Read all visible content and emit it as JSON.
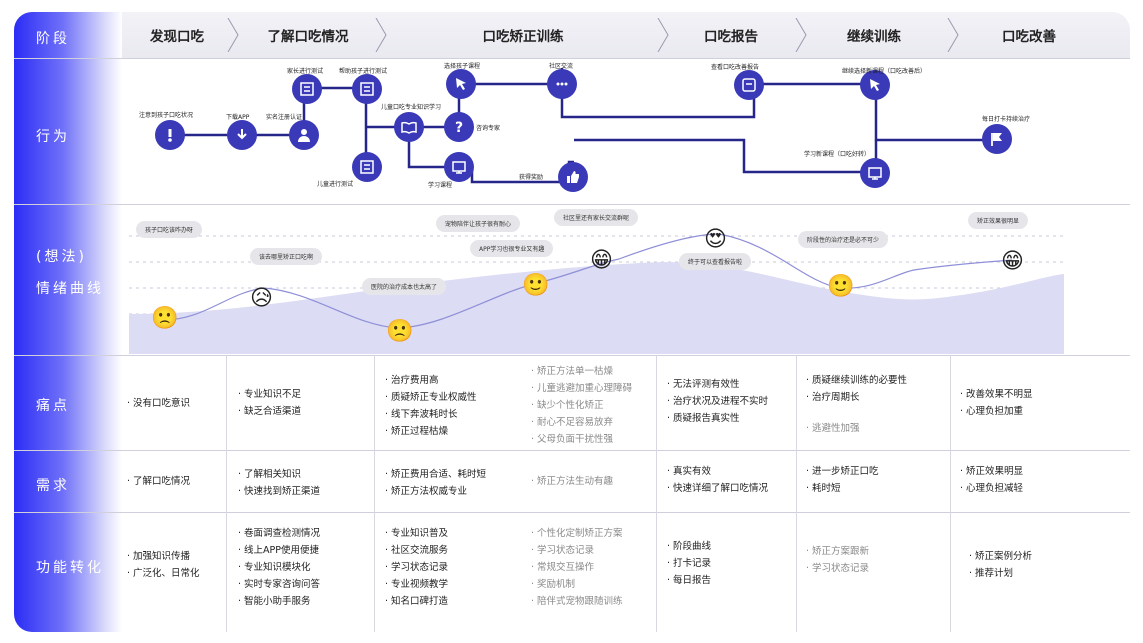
{
  "rows": {
    "stage": "阶段",
    "behavior": "行为",
    "thought": "(想法)",
    "emotion": "情绪曲线",
    "pain": "痛点",
    "need": "需求",
    "function": "功能转化"
  },
  "stages": [
    "发现口吃",
    "了解口吃情况",
    "口吃矫正训练",
    "口吃报告",
    "继续训练",
    "口吃改善"
  ],
  "behaviors": {
    "notice": "注意到孩子口吃状况",
    "download": "下载APP",
    "verify": "实名注册认证",
    "parent_test": "家长进行测试",
    "help_test": "帮助孩子进行测试",
    "child_test": "儿童进行测试",
    "knowledge": "儿童口吃专业知识学习",
    "choose_course": "选择孩子课程",
    "consult": "咨询专家",
    "study_course": "学习课程",
    "community": "社区交流",
    "reward": "获得奖励",
    "view_report": "查看口吃改善报告",
    "continue_course": "继续选择新课程（口吃改善后）",
    "new_course": "学习新课程（口吃好转）",
    "daily_checkin": "每日打卡持续治疗"
  },
  "thoughts": {
    "t1": "孩子口吃该咋办呀",
    "t2": "该去哪里矫正口吃啊",
    "t3": "医院的治疗成本也太高了",
    "t4": "宠物陪伴让孩子很有耐心",
    "t5": "APP学习也很专业又有趣",
    "t6": "社区里还有家长交流群呢",
    "t7": "终于可以查看报告啦",
    "t8": "阶段性的治疗还是必不可少",
    "t9": "矫正效果很明显"
  },
  "emotions": {
    "sad": "🙁",
    "crying": "😥",
    "smile": "🙂",
    "grin": "😁",
    "love": "😍"
  },
  "emotion_levels": [
    {
      "stage": "发现口吃",
      "face": "sad"
    },
    {
      "stage": "了解口吃情况",
      "face": "crying"
    },
    {
      "stage": "口吃矫正训练",
      "face": "sad"
    },
    {
      "stage": "口吃矫正训练",
      "face": "smile"
    },
    {
      "stage": "口吃矫正训练",
      "face": "grin"
    },
    {
      "stage": "口吃报告",
      "face": "love"
    },
    {
      "stage": "继续训练",
      "face": "smile"
    },
    {
      "stage": "口吃改善",
      "face": "grin"
    }
  ],
  "pain": {
    "c1": [
      "没有口吃意识"
    ],
    "c2": [
      "专业知识不足",
      "缺乏合适渠道"
    ],
    "c3a": [
      "治疗费用高",
      "质疑矫正专业权威性",
      "线下奔波耗时长",
      "矫正过程枯燥"
    ],
    "c3b": [
      "矫正方法单一枯燥",
      "儿童逃避加重心理障碍",
      "缺少个性化矫正",
      "耐心不足容易放弃",
      "父母负面干扰性强"
    ],
    "c4": [
      "无法评测有效性",
      "治疗状况及进程不实时",
      "质疑报告真实性"
    ],
    "c5a": [
      "质疑继续训练的必要性",
      "治疗周期长"
    ],
    "c5b": [
      "逃避性加强"
    ],
    "c6": [
      "改善效果不明显",
      "心理负担加重"
    ]
  },
  "need": {
    "c1": [
      "了解口吃情况"
    ],
    "c2": [
      "了解相关知识",
      "快速找到矫正渠道"
    ],
    "c3a": [
      "矫正费用合适、耗时短",
      "矫正方法权威专业"
    ],
    "c3b": [
      "矫正方法生动有趣"
    ],
    "c4": [
      "真实有效",
      "快速详细了解口吃情况"
    ],
    "c5": [
      "进一步矫正口吃",
      "耗时短"
    ],
    "c6": [
      "矫正效果明显",
      "心理负担减轻"
    ]
  },
  "function": {
    "c1": [
      "加强知识传播",
      "广泛化、日常化"
    ],
    "c2": [
      "卷面调查检测情况",
      "线上APP使用便捷",
      "专业知识模块化",
      "实时专家咨询问答",
      "智能小助手服务"
    ],
    "c3a": [
      "专业知识普及",
      "社区交流服务",
      "学习状态记录",
      "专业视频教学",
      "知名口碑打造"
    ],
    "c3b": [
      "个性化定制矫正方案",
      "学习状态记录",
      "常规交互操作",
      "奖励机制",
      "陪伴式宠物跟随训练"
    ],
    "c4": [
      "阶段曲线",
      "打卡记录",
      "每日报告"
    ],
    "c5": [
      "矫正方案跟新",
      "学习状态记录"
    ],
    "c6": [
      "矫正案例分析",
      "推荐计划"
    ]
  },
  "colors": {
    "accent": "#2b2df5",
    "icon": "#3a3ab8",
    "curve_fill": "#dcdcf4"
  }
}
